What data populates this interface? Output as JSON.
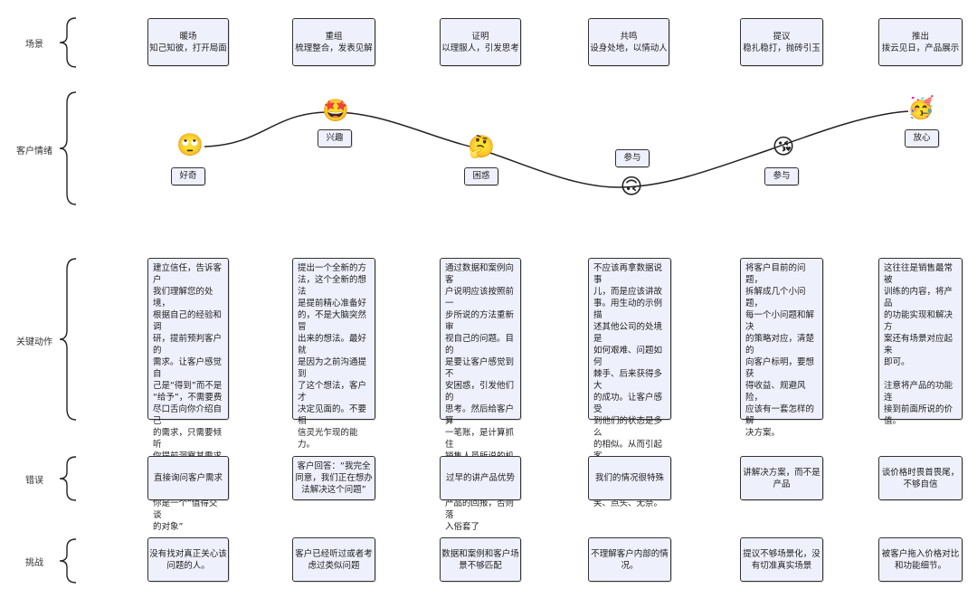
{
  "rows": {
    "scene": "场景",
    "emotion": "客户情绪",
    "actions": "关键动作",
    "mistakes": "错误",
    "challenges": "挑战"
  },
  "scenes": [
    {
      "title": "暖场",
      "sub": "知己知彼，打开局面"
    },
    {
      "title": "重组",
      "sub": "梳理整合，发表见解"
    },
    {
      "title": "证明",
      "sub": "以理服人，引发思考"
    },
    {
      "title": "共鸣",
      "sub": "设身处地，以情动人"
    },
    {
      "title": "提议",
      "sub": "稳扎稳打，抛砖引玉"
    },
    {
      "title": "推出",
      "sub": "拨云见日，产品展示"
    }
  ],
  "emotions": [
    {
      "label": "好奇",
      "icon": "eyes-up-emoji-icon",
      "glyph": "🙄"
    },
    {
      "label": "兴趣",
      "icon": "star-struck-emoji-icon",
      "glyph": "🤩"
    },
    {
      "label": "困惑",
      "icon": "thinking-emoji-icon",
      "glyph": "🤔"
    },
    {
      "label": "参与",
      "icon": "upside-down-emoji-icon",
      "glyph": "🙃"
    },
    {
      "label": "参与",
      "icon": "kissing-heart-emoji-icon",
      "glyph": "😘"
    },
    {
      "label": "放心",
      "icon": "party-emoji-icon",
      "glyph": "🥳"
    }
  ],
  "actions": [
    "建立信任，告诉客户\n我们理解您的处境，\n根据自己的经验和调\n研，提前预判客户的\n需求。让客户感觉自\n己是“得到”而不是\n“给予”，不需要费\n尽口舌向你介绍自己\n的需求，只需要倾听\n你提前洞察其需求后\n的陈述和建议。证明\n你是一个“值得交谈\n的对象”",
    "提出一个全新的方\n法，这个全新的想法\n是提前精心准备好\n的，不是大脑突然冒\n出来的想法。最好就\n是因为之前沟通提到\n了这个想法，客户才\n决定见面的。不要相\n信灵光乍现的能力。",
    "通过数据和案例向客\n户说明应该按照前一\n步所说的方法重新审\n视自己的问题。目的\n是要让客户感觉到不\n安困惑，引发他们的\n思考。然后给客户算\n一笔账，是计算抓住\n销售人员所说的机遇\n的回报，而不是购买\n产品的回报，否则落\n入俗套了",
    "不应该再拿数据说事\n儿，而是应该讲故\n事。用生动的示例描\n述其他公司的处境是\n如何艰难、问题如何\n棘手、后来获得多大\n的成功。让客户感受\n到他们的状态是多么\n的相似。从而引起客\n户的共鸣。客户的立\n项反应，应该是苦\n笑、点头、无奈。",
    "将客户目前的问题，\n拆解成几个小问题，\n每一个小问题和解决\n的策略对应，清楚的\n向客户标明，要想获\n得收益、规避风险，\n应该有一套怎样的解\n决方案。",
    "这往往是销售最常被\n训练的内容，将产品\n的功能实现和解决方\n案还有场景对应起来\n即可。\n\n注意将产品的功能连\n接到前面所说的价\n值。"
  ],
  "mistakes": [
    "直接询问客户需求",
    "客户回答：“我完全\n同意，我们正在想办\n法解决这个问题”",
    "过早的讲产品优势",
    "我们的情况很特殊",
    "讲解决方案，而不是\n产品",
    "谈价格时畏首畏尾，\n不够自信"
  ],
  "challenges": [
    "没有找对真正关心该\n问题的人。",
    "客户已经听过或者考\n虑过类似问题",
    "数据和案例和客户场\n景不够匹配",
    "不理解客户内部的情\n况。",
    "提议不够场景化，没\n有切准真实场景",
    "被客户拖入价格对比\n和功能细节。"
  ],
  "colors": {
    "box_fill": "#eef0fb",
    "stroke": "#333333"
  }
}
